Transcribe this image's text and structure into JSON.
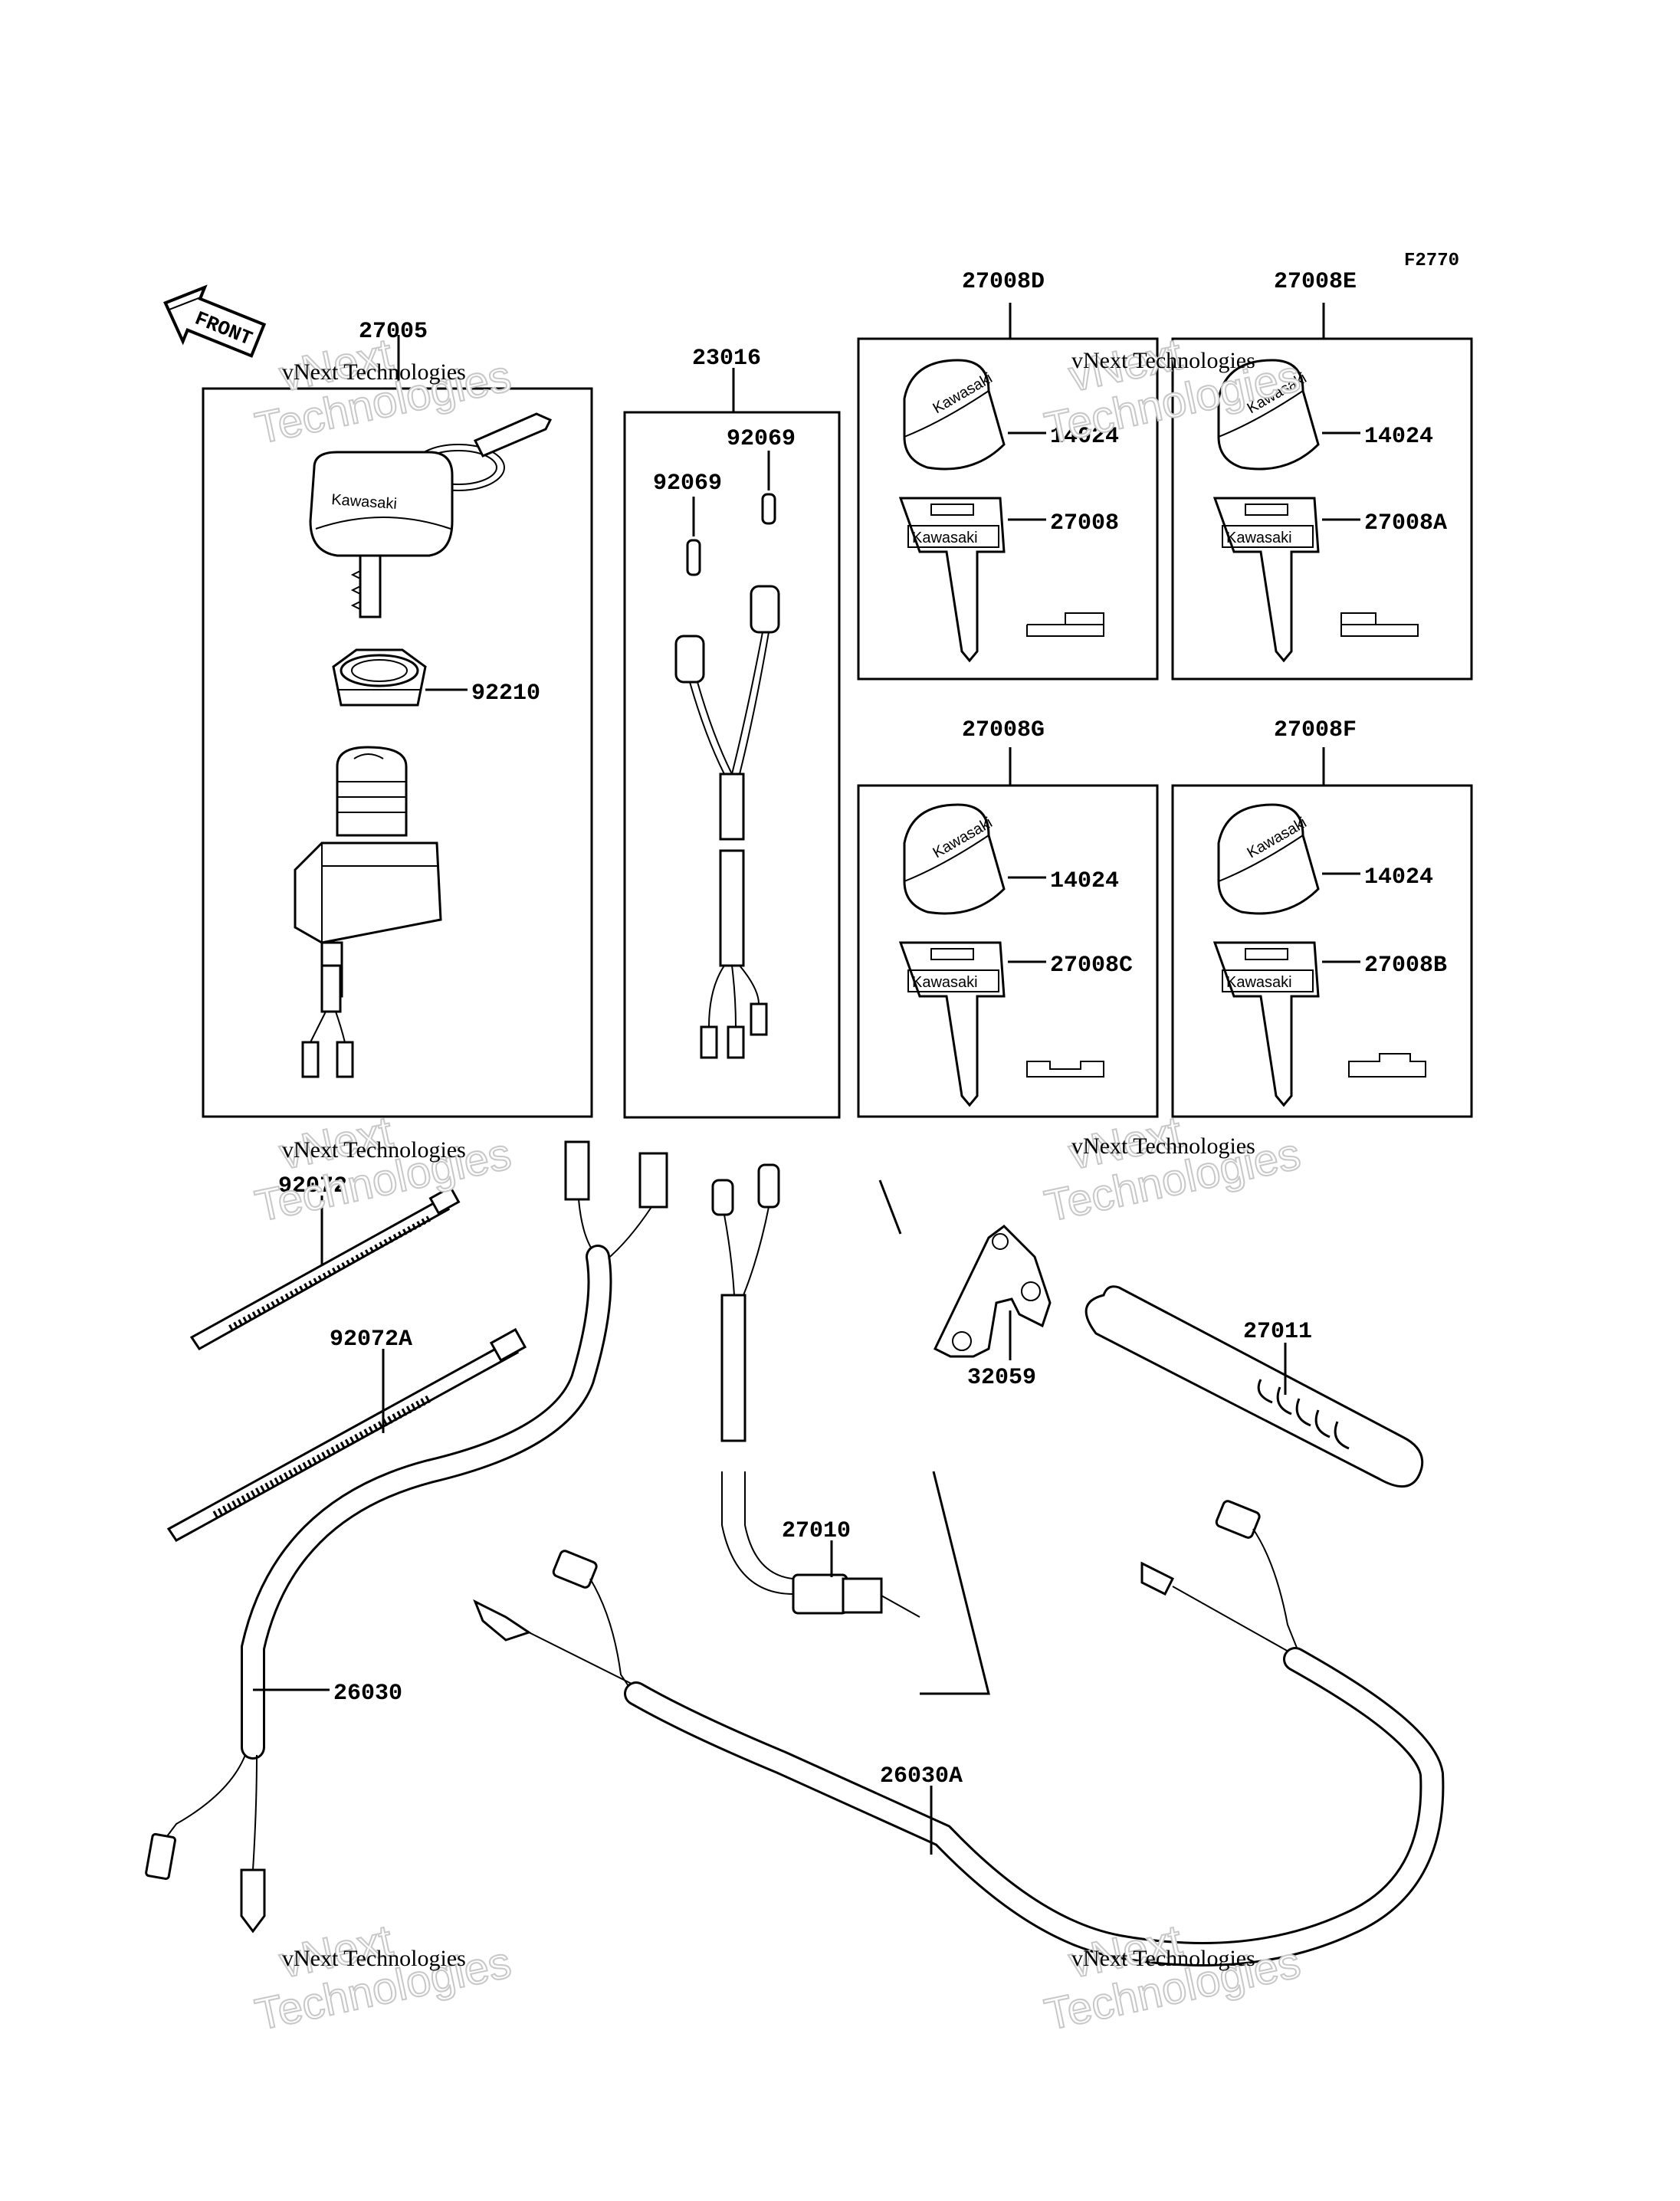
{
  "figure_id": "F2770",
  "front_label": "FRONT",
  "brand_text": "Kawasaki",
  "watermark": {
    "line1": "vNext Technologies",
    "line2": "vNext",
    "line3": "Technologies"
  },
  "labels": {
    "p27005": "27005",
    "p92210": "92210",
    "p23016": "23016",
    "p92069a": "92069",
    "p92069b": "92069",
    "p27008D": "27008D",
    "p27008E": "27008E",
    "p14024_d": "14024",
    "p27008": "27008",
    "p14024_e": "14024",
    "p27008A": "27008A",
    "p27008G": "27008G",
    "p27008F": "27008F",
    "p14024_g": "14024",
    "p27008C": "27008C",
    "p14024_f": "14024",
    "p27008B": "27008B",
    "p92072": "92072",
    "p92072A": "92072A",
    "p32059": "32059",
    "p27011": "27011",
    "p27010": "27010",
    "p26030": "26030",
    "p26030A": "26030A"
  }
}
